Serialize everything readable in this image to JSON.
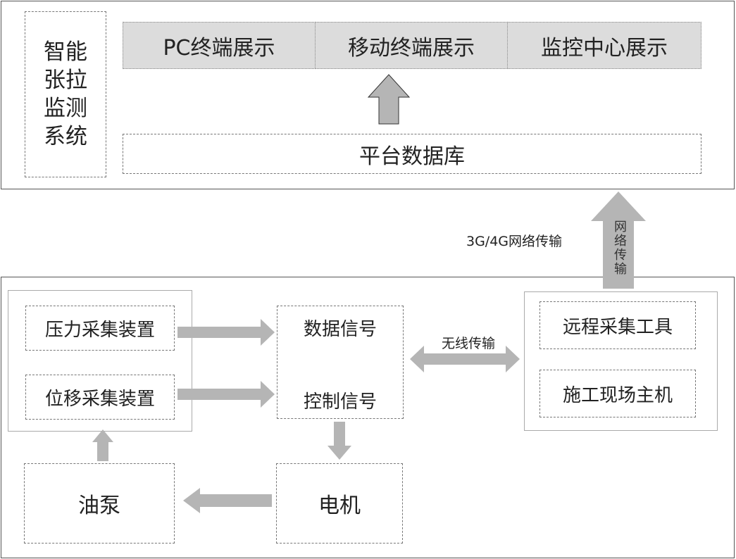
{
  "top": {
    "system_title": "智能张拉监测系统",
    "displays": [
      "PC终端展示",
      "移动终端展示",
      "监控中心展示"
    ],
    "database": "平台数据库"
  },
  "network": {
    "label": "3G/4G网络传输",
    "arrow_label": "网络传输"
  },
  "bottom": {
    "devices": [
      "压力采集装置",
      "位移采集装置"
    ],
    "signals": [
      "数据信号",
      "控制信号"
    ],
    "wireless_label": "无线传输",
    "remote": [
      "远程采集工具",
      "施工现场主机"
    ],
    "pump": "油泵",
    "motor": "电机"
  },
  "colors": {
    "arrow_fill": "#b5b5b5",
    "display_fill": "#dcdcdc"
  }
}
